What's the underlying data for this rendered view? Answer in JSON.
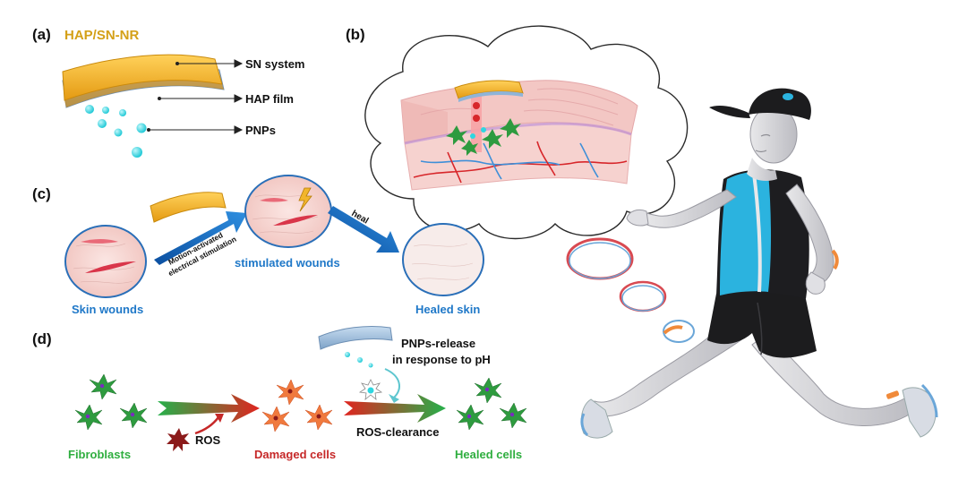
{
  "panels": {
    "a": {
      "label": "(a)",
      "title": "HAP/SN-NR",
      "callouts": [
        "SN system",
        "HAP film",
        "PNPs"
      ]
    },
    "b": {
      "label": "(b)"
    },
    "c": {
      "label": "(c)",
      "arrow1_text": "Motion-activated\nelectrical stimulation",
      "arrow2_text": "heal",
      "skin_wounds": "Skin wounds",
      "stimulated_wounds": "stimulated wounds",
      "healed_skin": "Healed skin"
    },
    "d": {
      "label": "(d)",
      "release_text": "PNPs-release\nin response to pH",
      "ros": "ROS",
      "ros_clearance": "ROS-clearance",
      "fibroblasts": "Fibroblasts",
      "damaged_cells": "Damaged cells",
      "healed_cells": "Healed cells"
    }
  },
  "colors": {
    "gold": "#d4a017",
    "blue_label": "#1f78c8",
    "green_label": "#2fae3f",
    "red_label": "#c62828",
    "cyan": "#2fd6e0",
    "patch": "#f2b52c",
    "film": "#8fb4d8"
  }
}
